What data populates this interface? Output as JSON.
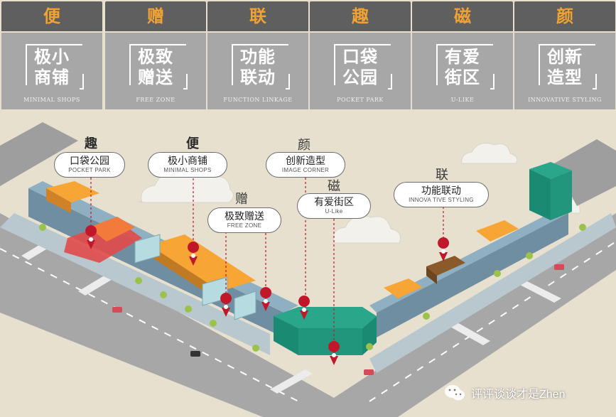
{
  "header_cards": [
    {
      "char": "便",
      "title_line1": "极小",
      "title_line2": "商铺",
      "en": "MINIMAL SHOPS"
    },
    {
      "char": "赠",
      "title_line1": "极致",
      "title_line2": "赠送",
      "en": "FREE ZONE"
    },
    {
      "char": "联",
      "title_line1": "功能",
      "title_line2": "联动",
      "en": "FUNCTION LINKAGE"
    },
    {
      "char": "趣",
      "title_line1": "口袋",
      "title_line2": "公园",
      "en": "POCKET PARK"
    },
    {
      "char": "磁",
      "title_line1": "有爱",
      "title_line2": "街区",
      "en": "U-LIKE"
    },
    {
      "char": "颜",
      "title_line1": "创新",
      "title_line2": "造型",
      "en": "INNOVATIVE STYLING"
    }
  ],
  "callouts": {
    "pocket_park": {
      "zone": "趣",
      "cn": "口袋公园",
      "en": "POCKET PARK"
    },
    "minimal_shops": {
      "zone": "便",
      "cn": "极小商铺",
      "en": "MINIMAL SHOPS"
    },
    "free_zone": {
      "zone": "赠",
      "cn": "极致赠送",
      "en": "FREE ZONE"
    },
    "image_corner": {
      "zone": "颜",
      "cn": "创新造型",
      "en": "IMAGE CORNER"
    },
    "u_like": {
      "zone": "磁",
      "cn": "有爱街区",
      "en": "U-Like"
    },
    "innova": {
      "zone": "联",
      "cn": "功能联动",
      "en": "INNOVA TIVE STYLING"
    }
  },
  "watermark": {
    "text": "评评谈谈才是Zhen",
    "icon": "wechat-icon"
  },
  "colors": {
    "accent": "#f1a233",
    "teal": "#1f9e86",
    "road": "#a6a6a6",
    "marker": "#c0182a"
  }
}
